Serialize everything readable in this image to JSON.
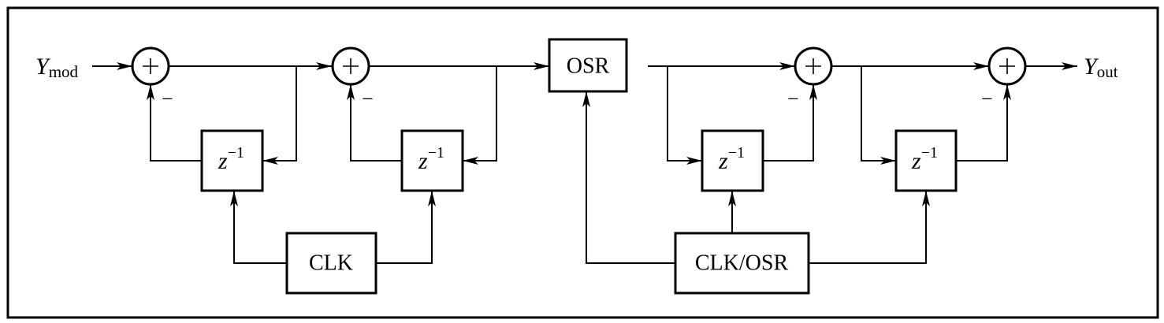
{
  "diagram": {
    "type": "block-diagram",
    "input": {
      "symbol": "Y",
      "subscript": "mod"
    },
    "output": {
      "symbol": "Y",
      "subscript": "out"
    },
    "summing_junctions": [
      {
        "id": "sum1",
        "symbol": "+",
        "feedback_sign": "−"
      },
      {
        "id": "sum2",
        "symbol": "+",
        "feedback_sign": "−"
      },
      {
        "id": "sum3",
        "symbol": "+",
        "feedback_sign": "−"
      },
      {
        "id": "sum4",
        "symbol": "+",
        "feedback_sign": "−"
      }
    ],
    "delays": [
      {
        "id": "delay1",
        "base": "z",
        "exponent": "−1"
      },
      {
        "id": "delay2",
        "base": "z",
        "exponent": "−1"
      },
      {
        "id": "delay3",
        "base": "z",
        "exponent": "−1"
      },
      {
        "id": "delay4",
        "base": "z",
        "exponent": "−1"
      }
    ],
    "blocks": {
      "osr": "OSR",
      "clk": "CLK",
      "clk_osr": "CLK/OSR"
    },
    "connections": [
      {
        "from": "input",
        "to": "sum1"
      },
      {
        "from": "sum1",
        "to": "sum2"
      },
      {
        "from": "sum1",
        "to": "delay1"
      },
      {
        "from": "delay1",
        "to": "sum1",
        "sign": "−"
      },
      {
        "from": "sum2",
        "to": "osr"
      },
      {
        "from": "sum2",
        "to": "delay2"
      },
      {
        "from": "delay2",
        "to": "sum2",
        "sign": "−"
      },
      {
        "from": "clk",
        "to": "delay1"
      },
      {
        "from": "clk",
        "to": "delay2"
      },
      {
        "from": "clk_osr",
        "to": "osr"
      },
      {
        "from": "osr",
        "to": "sum3"
      },
      {
        "from": "osr",
        "to": "delay3"
      },
      {
        "from": "delay3",
        "to": "sum3",
        "sign": "−"
      },
      {
        "from": "sum3",
        "to": "sum4"
      },
      {
        "from": "sum3",
        "to": "delay4"
      },
      {
        "from": "delay4",
        "to": "sum4",
        "sign": "−"
      },
      {
        "from": "clk_osr",
        "to": "delay3"
      },
      {
        "from": "clk_osr",
        "to": "delay4"
      },
      {
        "from": "sum4",
        "to": "output"
      }
    ]
  }
}
